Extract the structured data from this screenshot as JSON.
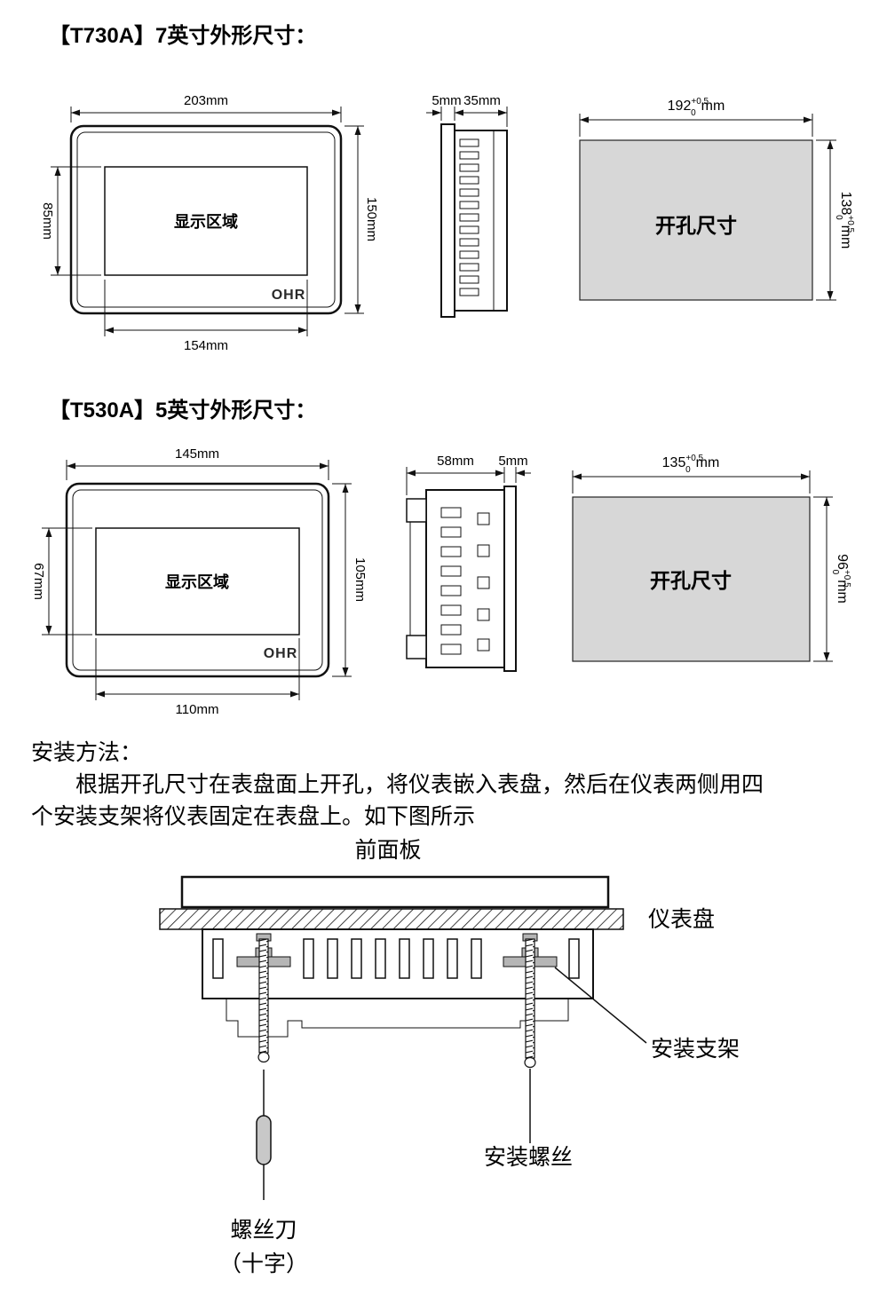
{
  "t730a": {
    "title": "【T730A】7英寸外形尺寸：",
    "front": {
      "width": "203mm",
      "height": "150mm",
      "display_height": "85mm",
      "display_width": "154mm",
      "display_label": "显示区域",
      "logo": "OHR"
    },
    "side": {
      "flange": "5mm",
      "depth": "35mm"
    },
    "cutout": {
      "label": "开孔尺寸",
      "width_main": "192",
      "width_sup": "+0.5",
      "width_sub": "0",
      "width_unit": "mm",
      "height_main": "138",
      "height_sup": "+0.5",
      "height_sub": "0",
      "height_unit": "mm"
    }
  },
  "t530a": {
    "title": "【T530A】5英寸外形尺寸：",
    "front": {
      "width": "145mm",
      "height": "105mm",
      "display_height": "67mm",
      "display_width": "110mm",
      "display_label": "显示区域",
      "logo": "OHR"
    },
    "side": {
      "depth": "58mm",
      "flange": "5mm"
    },
    "cutout": {
      "label": "开孔尺寸",
      "width_main": "135",
      "width_sup": "+0.5",
      "width_sub": "0",
      "width_unit": "mm",
      "height_main": "96",
      "height_sup": "+0.5",
      "height_sub": "0",
      "height_unit": "mm"
    }
  },
  "install": {
    "heading": "安装方法：",
    "line1": "根据开孔尺寸在表盘面上开孔，将仪表嵌入表盘，然后在仪表两侧用四",
    "line2": "个安装支架将仪表固定在表盘上。如下图所示",
    "labels": {
      "front_panel": "前面板",
      "panel": "仪表盘",
      "bracket": "安装支架",
      "screw": "安装螺丝",
      "screwdriver": "螺丝刀",
      "screwdriver2": "（十字）"
    }
  },
  "colors": {
    "cutout_fill": "#d7d7d7",
    "line": "#111111"
  }
}
